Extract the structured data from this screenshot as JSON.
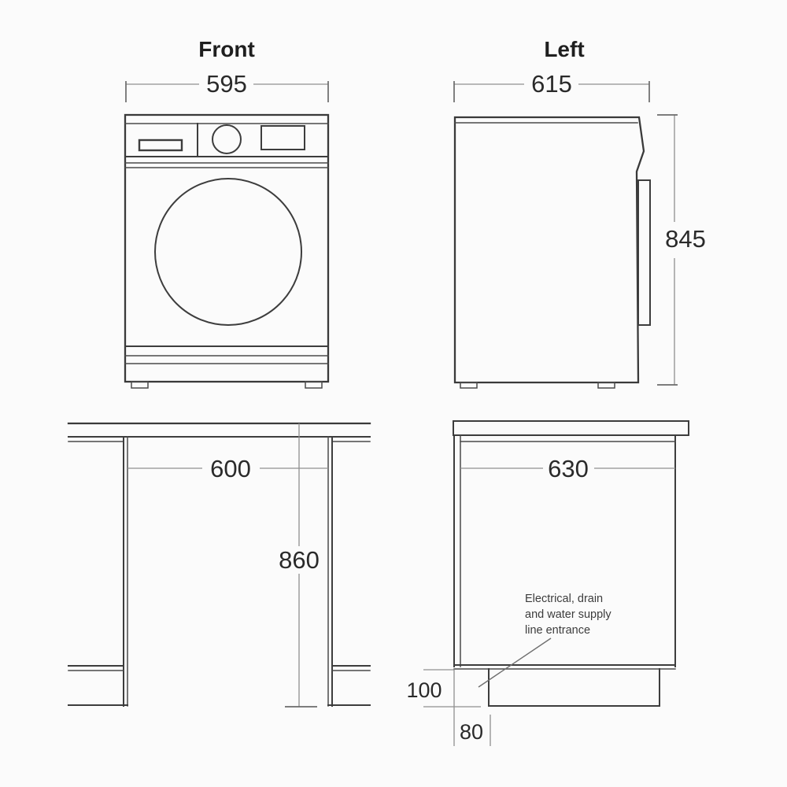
{
  "diagram": {
    "description": "Washing machine installation dimension drawing",
    "units": "mm",
    "colors": {
      "background": "#fbfbfb",
      "object_line": "#3d3d3d",
      "dimension_line": "#8f8f8f",
      "text": "#2a2a2a"
    }
  },
  "front_view": {
    "title": "Front",
    "width_mm": "595"
  },
  "left_view": {
    "title": "Left",
    "width_mm": "615",
    "height_mm": "845"
  },
  "niche_front_view": {
    "width_mm": "600",
    "height_mm": "860"
  },
  "niche_side_view": {
    "width_mm": "630",
    "plinth_height_mm": "100",
    "plinth_recess_mm": "80",
    "note_lines": [
      "Electrical, drain",
      "and water supply",
      "line entrance"
    ]
  }
}
